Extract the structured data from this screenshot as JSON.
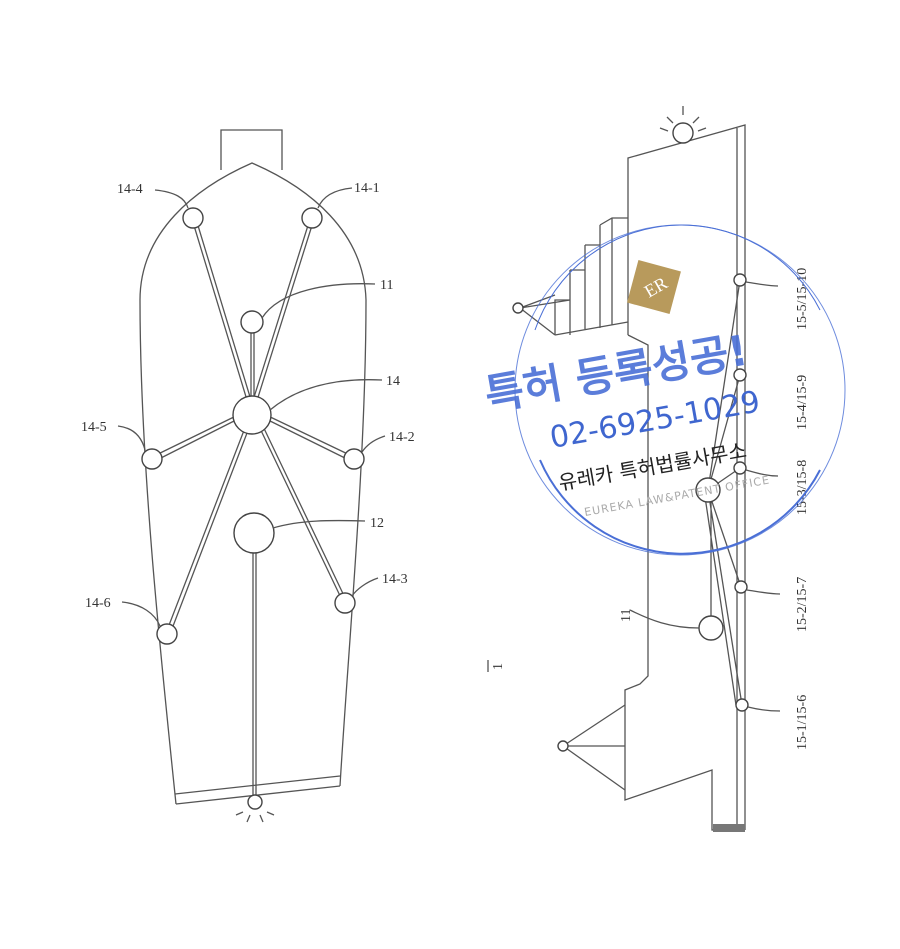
{
  "figure_left": {
    "labels": {
      "n14_4": "14-4",
      "n14_1": "14-1",
      "n11": "11",
      "n14": "14",
      "n14_5": "14-5",
      "n14_2": "14-2",
      "n12": "12",
      "n14_3": "14-3",
      "n14_6": "14-6"
    }
  },
  "figure_right": {
    "labels": {
      "l15_5": "15-5/15-10",
      "l15_4": "15-4/15-9",
      "l15_3": "15-3/15-8",
      "l15_2": "15-2/15-7",
      "l15_1": "15-1/15-6",
      "n11": "11",
      "ref1": "1"
    }
  },
  "watermark": {
    "logo": "ER",
    "headline": "특허 등록성공!",
    "phone": "02-6925-1029",
    "firm": "유레카 특허법률사무소",
    "firm_en": "EUREKA LAW&PATENT OFFICE",
    "color": "#4a6fd6"
  }
}
